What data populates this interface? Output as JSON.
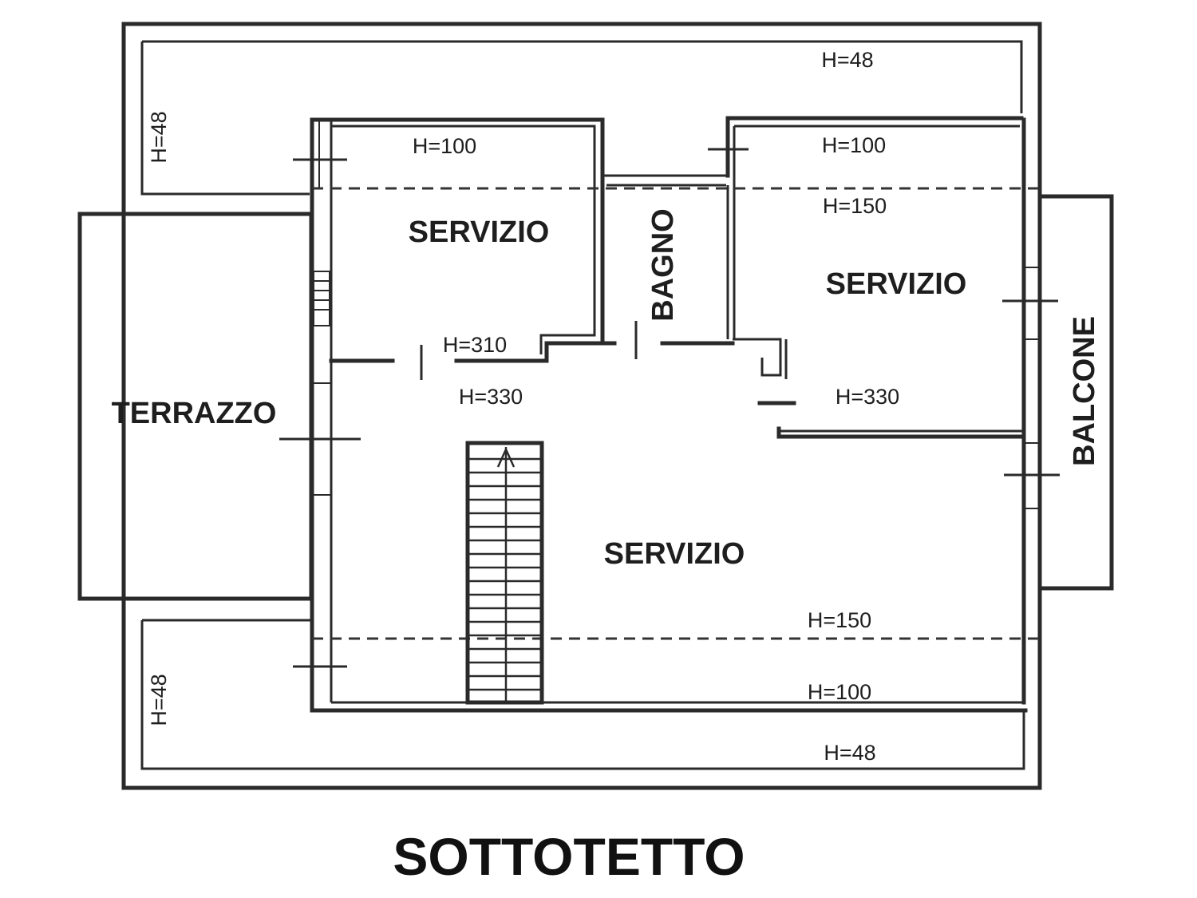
{
  "rooms": {
    "servizio_top_left": "SERVIZIO",
    "servizio_top_right": "SERVIZIO",
    "servizio_main": "SERVIZIO",
    "bagno": "BAGNO",
    "terrazzo": "TERRAZZO",
    "balcone": "BALCONE"
  },
  "heights": {
    "top_outer": "H=48",
    "left_top_outer": "H=48",
    "left_bottom_outer": "H=48",
    "bottom_outer": "H=48",
    "servizio_left_top": "H=100",
    "servizio_right_top": "H=100",
    "upper_dashed_line": "H=150",
    "servizio_left_inner": "H=310",
    "corridor_left": "H=330",
    "corridor_right": "H=330",
    "lower_dashed_line": "H=150",
    "bottom_wall": "H=100"
  },
  "title": "SOTTOTETTO",
  "icons": {
    "stair_arrow": "arrow-up-icon"
  }
}
